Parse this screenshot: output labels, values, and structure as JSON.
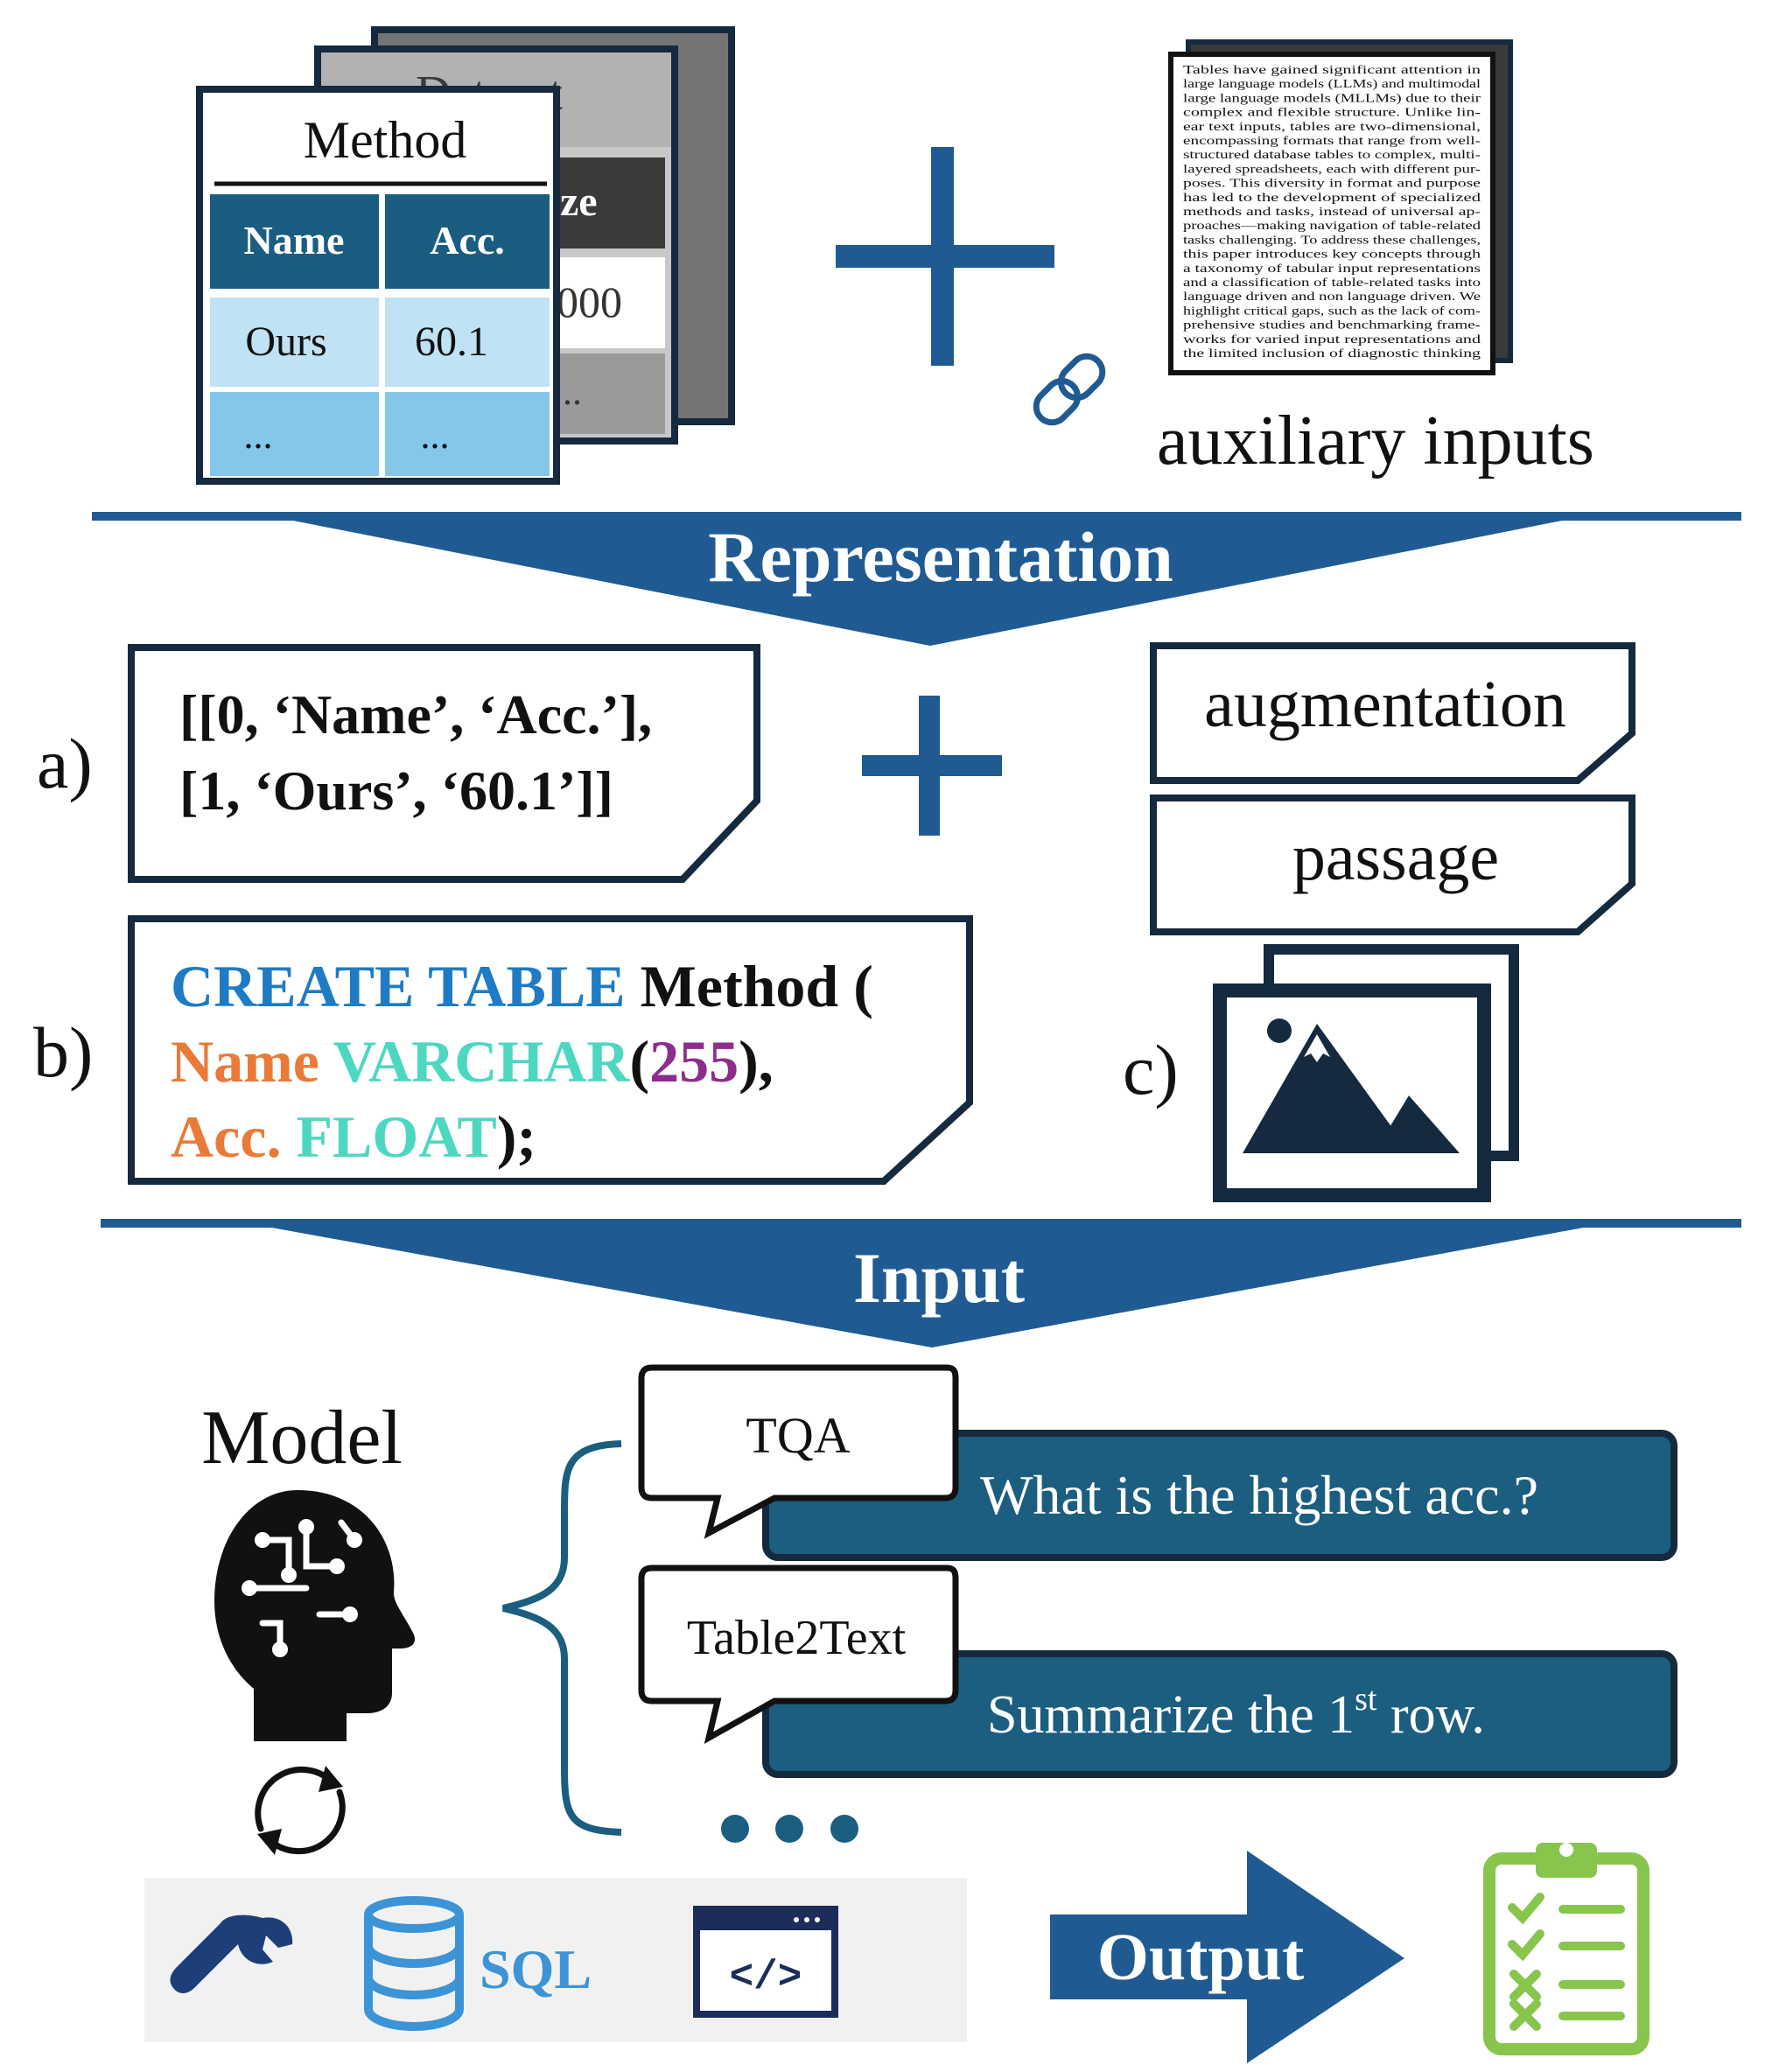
{
  "colors": {
    "primary_blue": "#1f5b92",
    "dark_navy": "#15293f",
    "teal_box": "#1b5e7f",
    "header_cell": "#1a5d80",
    "light_cell": "#bfe2f4",
    "mid_cell": "#84c7e8",
    "gray_panel": "#f1f1f1",
    "keyword_blue": "#1e7bc4",
    "ident_orange": "#ea7a37",
    "type_teal": "#4cd7c1",
    "number_purple": "#8d2d8d",
    "green_clipboard": "#87c54d",
    "db_blue": "#3c94d6"
  },
  "top": {
    "back_card_partial": "Dataset",
    "mid_card_partial_header": "ze",
    "mid_card_partial_value": "000",
    "mid_card_partial_more": "...",
    "front_table": {
      "title": "Method",
      "headers": [
        "Name",
        "Acc."
      ],
      "rows": [
        [
          "Ours",
          "60.1"
        ],
        [
          "...",
          "..."
        ]
      ]
    },
    "plus_icon": "plus-icon",
    "document_text": [
      "Tables have gained significant attention in",
      "large language models (LLMs) and multimodal",
      "large language models (MLLMs) due to their",
      "complex and flexible structure. Unlike lin-",
      "ear text inputs, tables are two-dimensional,",
      "encompassing formats that range from well-",
      "structured database tables to complex, multi-",
      "layered spreadsheets, each with different pur-",
      "poses. This diversity in format and purpose",
      "has led to the development of specialized",
      "methods and tasks, instead of universal ap-",
      "proaches—making navigation of table-related",
      "tasks challenging. To address these challenges,",
      "this paper introduces key concepts through",
      "a taxonomy of tabular input representations",
      "and a classification of table-related tasks into",
      "language driven and non language driven. We",
      "highlight critical gaps, such as the lack of com-",
      "prehensive studies and benchmarking frame-",
      "works for varied input representations and",
      "the limited inclusion of diagnostic thinking"
    ],
    "aux_icon": "link-icon",
    "aux_label": "auxiliary inputs"
  },
  "sections": {
    "representation": "Representation",
    "input": "Input",
    "output": "Output"
  },
  "representation": {
    "a_label": "a)",
    "a_line1": "[[0, ‘Name’, ‘Acc.’],",
    "a_line2": "[1, ‘Ours’, ‘60.1’]]",
    "b_label": "b)",
    "sql": {
      "l1_kw": "CREATE TABLE",
      "l1_name": " Method (",
      "l2_col": "Name",
      "l2_type": " VARCHAR",
      "l2_open": "(",
      "l2_num": "255",
      "l2_close": "),",
      "l3_col": "Acc.",
      "l3_type": " FLOAT",
      "l3_close": ");"
    },
    "c_label": "c)",
    "aug_label": "augmentation",
    "passage_label": "passage",
    "image_icon": "image-icon"
  },
  "bottom": {
    "model_label": "Model",
    "model_icon": "brain-head-icon",
    "cycle_icon": "refresh-cycle-icon",
    "tasks": [
      {
        "tag": "TQA",
        "prompt": "What is the highest acc.?"
      },
      {
        "tag": "Table2Text",
        "prompt_pre": "Summarize the 1",
        "prompt_sup": "st",
        "prompt_post": " row."
      }
    ],
    "more_icon": "ellipsis-icon",
    "tools": {
      "wrench_icon": "wrench-icon",
      "database_icon": "database-icon",
      "sql_label": "SQL",
      "code_icon": "code-window-icon",
      "code_glyph": "</>"
    },
    "output_icon": "clipboard-checklist-icon"
  }
}
